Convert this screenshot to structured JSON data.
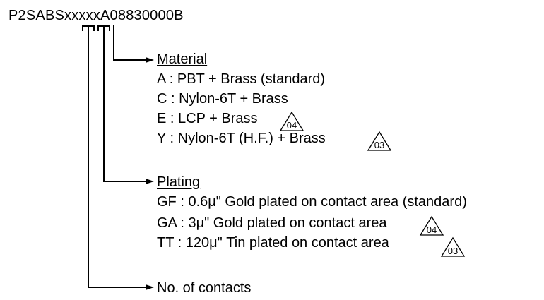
{
  "part_number": "P2SABSxxxxxA08830000B",
  "material": {
    "heading": "Material",
    "options": [
      {
        "text": "A : PBT + Brass (standard)",
        "revision": ""
      },
      {
        "text": "C : Nylon-6T + Brass",
        "revision": ""
      },
      {
        "text": "E : LCP + Brass",
        "revision": "04"
      },
      {
        "text": "Y : Nylon-6T (H.F.) + Brass",
        "revision": "03"
      }
    ]
  },
  "plating": {
    "heading": "Plating",
    "options": [
      {
        "text": "GF : 0.6μ\" Gold plated on contact area (standard)",
        "revision": ""
      },
      {
        "text": "GA : 3μ\" Gold plated on contact area",
        "revision": "04"
      },
      {
        "text": "TT : 120μ\" Tin plated on contact area",
        "revision": "03"
      }
    ]
  },
  "contacts": {
    "heading": "No. of contacts"
  }
}
